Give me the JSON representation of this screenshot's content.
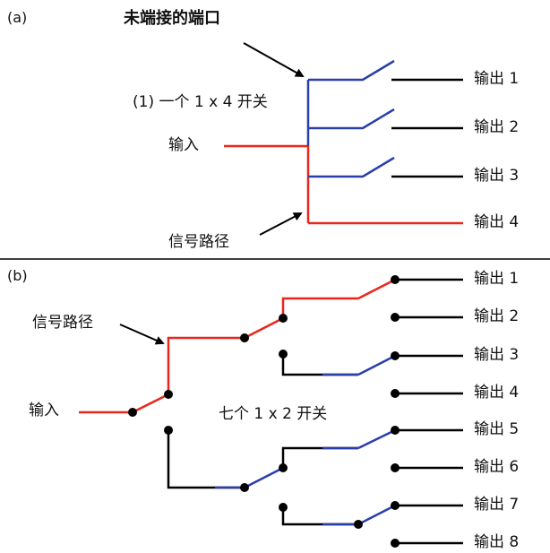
{
  "panel_a": {
    "tag": "(a)",
    "title": "未端接的端口",
    "switch_label": "(1) 一个 1 x 4 开关",
    "input_label": "输入",
    "signal_path_label": "信号路径",
    "outputs": [
      "输出 1",
      "输出 2",
      "输出 3",
      "输出 4"
    ]
  },
  "panel_b": {
    "tag": "(b)",
    "signal_path_label": "信号路径",
    "input_label": "输入",
    "switch_label": "七个 1 x 2 开关",
    "outputs": [
      "输出 1",
      "输出 2",
      "输出 3",
      "输出 4",
      "输出 5",
      "输出 6",
      "输出 7",
      "输出 8"
    ]
  },
  "colors": {
    "signal": "#e8261c",
    "unused": "#2a3faa",
    "line": "#000000"
  }
}
